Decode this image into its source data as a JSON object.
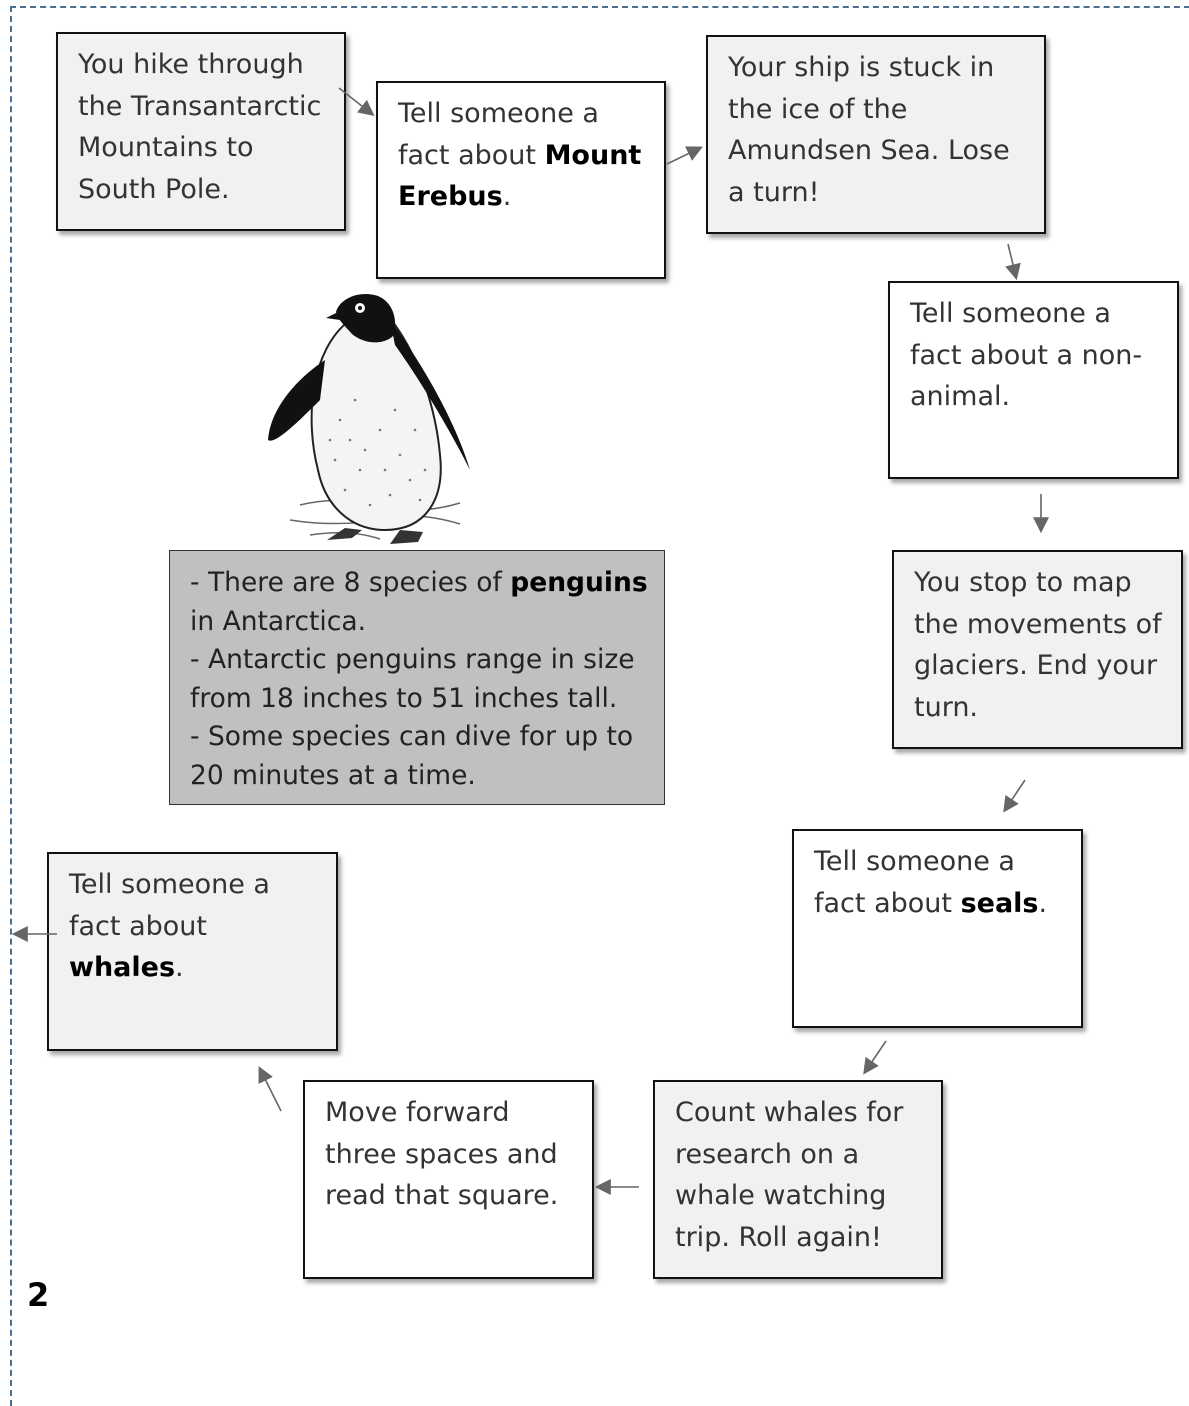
{
  "page_number": "2",
  "squares": {
    "s1": {
      "text": "You hike through the Transantarctic Mountains to South Pole."
    },
    "s2": {
      "pre": "Tell someone a fact about ",
      "keyword": "Mount Erebus",
      "post": "."
    },
    "s3": {
      "text": "Your ship is stuck in the ice of the Amundsen Sea. Lose a turn!"
    },
    "s4": {
      "text": "Tell someone a fact about a non-animal."
    },
    "s5": {
      "text": "You stop to map the movements of glaciers. End your turn."
    },
    "s6": {
      "pre": "Tell someone a fact about ",
      "keyword": "seals",
      "post": "."
    },
    "s7": {
      "text": "Count whales for research on a whale watching trip. Roll again!"
    },
    "s8": {
      "text": "Move forward three spaces and read that square."
    },
    "s9": {
      "pre": "Tell someone a fact about ",
      "keyword": "whales",
      "post": "."
    }
  },
  "facts_box": {
    "line1_pre": " - There are 8 species of ",
    "line1_keyword": "penguins",
    "line1_post": " in Antarctica.",
    "line2": " - Antarctic penguins range in size from 18 inches to 51 inches tall.",
    "line3": " - Some species can dive for up to 20 minutes at a time."
  },
  "colors": {
    "square_grey": "#f1f1f1",
    "facts_grey": "#c0c0c0",
    "dashed_border": "#4a6f8f",
    "arrow": "#666666"
  },
  "icons": {
    "illustration": "penguin-icon",
    "arrows": "arrow-icon"
  }
}
